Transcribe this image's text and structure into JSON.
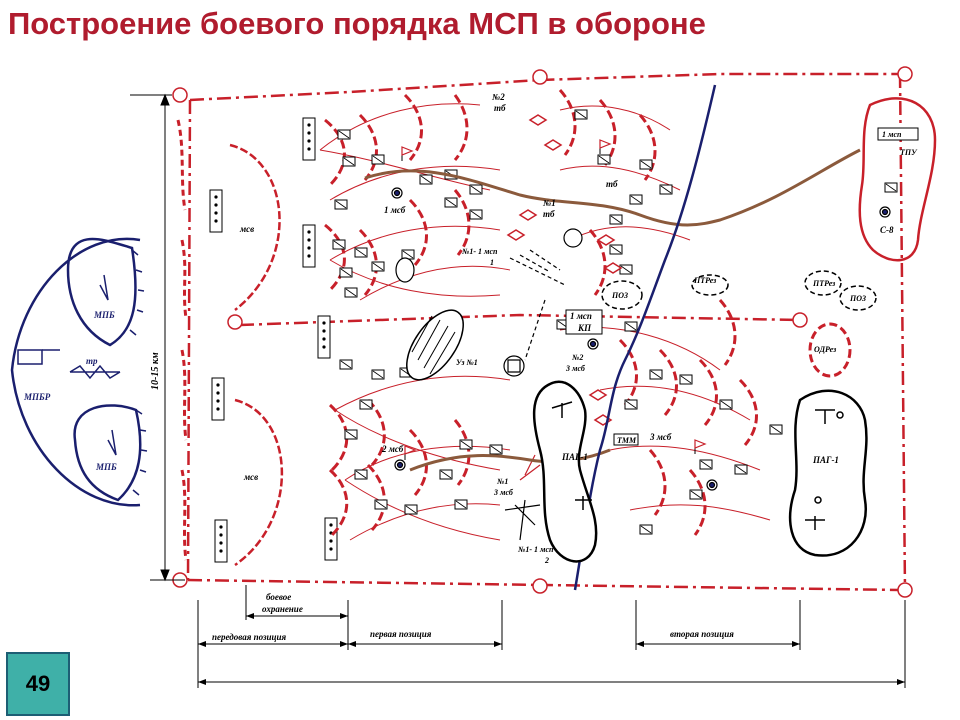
{
  "title": "Построение боевого порядка МСП в обороне",
  "page_number": "49",
  "labels": {
    "msv_top": "мсв",
    "msv_bottom": "мсв",
    "msb1": "1 мсб",
    "msb2": "2 мсб",
    "msb3": "3 мсб",
    "tb1_a": "№1",
    "tb1_b": "тб",
    "tb2_a": "№2",
    "tb2_b": "тб",
    "tb_mid": "тб",
    "mspp1_a": "№1- 1 мсп",
    "mspp1_b": "1",
    "mspp2_a": "№1- 1 мсп",
    "mspp2_b": "2",
    "no2_a": "№2",
    "no2_b": "3 мсб",
    "no1_a": "№1",
    "no1_b": "3 мсб",
    "uz1": "Уз №1",
    "kp_a": "1 мсп",
    "kp_b": "КП",
    "tpu_a": "1 мсп",
    "tpu_b": "ТПУ",
    "c8": "С-8",
    "ptres1": "ПТРез",
    "ptres2": "ПТРез",
    "poz1": "ПОЗ",
    "poz2": "ПОЗ",
    "odres": "ОДРез",
    "tmm": "ТММ",
    "pag1_a": "ПАГ-1",
    "pag1_b": "ПАГ-1",
    "mpb_top": "МПБ",
    "mpb_bottom": "МПБ",
    "mpbr": "МПБР",
    "tr": "тр",
    "depth": "10-15 км",
    "combat_guard_1": "боевое",
    "combat_guard_2": "охранение",
    "forward_position": "передовая позиция",
    "first_position": "первая позиция",
    "second_position": "вторая позиция"
  },
  "colors": {
    "accent_red": "#c8202a",
    "navy": "#1a1f6e",
    "brown": "#8b5a3c",
    "title_red": "#b01c2e",
    "page_box": "#3fb0a8"
  }
}
